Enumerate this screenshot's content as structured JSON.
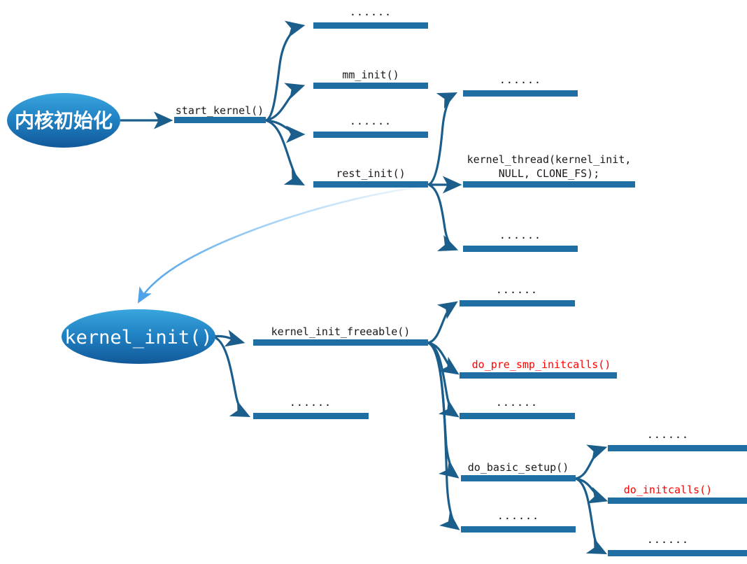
{
  "diagram": {
    "title": "Linux kernel initialization call flow",
    "colors": {
      "bar": "#1f6fa5",
      "bar_dark": "#1b5e8c",
      "edge": "#1b5e8c",
      "edge_light_start": "#eef6fd",
      "edge_light_end": "#3f9ae8",
      "ellipse_top": "#2e9bd6",
      "ellipse_bottom": "#14639f",
      "label": "#1a1a1a",
      "label_highlight": "#ff0000",
      "background": "#ffffff"
    },
    "ellipsis_glyph": "······",
    "nodes": [
      {
        "id": "kernel-init-cn",
        "label": "内核初始化",
        "kind": "ellipse",
        "highlight": false
      },
      {
        "id": "start-kernel",
        "label": "start_kernel()",
        "kind": "bar",
        "highlight": false
      },
      {
        "id": "sk-child-1",
        "label": "······",
        "kind": "bar",
        "highlight": false
      },
      {
        "id": "mm-init",
        "label": "mm_init()",
        "kind": "bar",
        "highlight": false
      },
      {
        "id": "sk-child-3",
        "label": "······",
        "kind": "bar",
        "highlight": false
      },
      {
        "id": "rest-init",
        "label": "rest_init()",
        "kind": "bar",
        "highlight": false
      },
      {
        "id": "ri-child-1",
        "label": "······",
        "kind": "bar",
        "highlight": false
      },
      {
        "id": "kernel-thread",
        "label": "kernel_thread(kernel_init,",
        "label2": "NULL, CLONE_FS);",
        "kind": "bar",
        "highlight": false
      },
      {
        "id": "ri-child-3",
        "label": "······",
        "kind": "bar",
        "highlight": false
      },
      {
        "id": "kernel-init-fn",
        "label": "kernel_init()",
        "kind": "ellipse",
        "highlight": false
      },
      {
        "id": "kernel-init-freeable",
        "label": "kernel_init_freeable()",
        "kind": "bar",
        "highlight": false
      },
      {
        "id": "ki-child-2",
        "label": "······",
        "kind": "bar",
        "highlight": false
      },
      {
        "id": "kif-child-1",
        "label": "······",
        "kind": "bar",
        "highlight": false
      },
      {
        "id": "do-pre-smp-initcalls",
        "label": "do_pre_smp_initcalls()",
        "kind": "bar",
        "highlight": true
      },
      {
        "id": "kif-child-3",
        "label": "······",
        "kind": "bar",
        "highlight": false
      },
      {
        "id": "do-basic-setup",
        "label": "do_basic_setup()",
        "kind": "bar",
        "highlight": false
      },
      {
        "id": "kif-child-5",
        "label": "······",
        "kind": "bar",
        "highlight": false
      },
      {
        "id": "dbs-child-1",
        "label": "······",
        "kind": "bar",
        "highlight": false
      },
      {
        "id": "do-initcalls",
        "label": "do_initcalls()",
        "kind": "bar",
        "highlight": true
      },
      {
        "id": "dbs-child-3",
        "label": "······",
        "kind": "bar",
        "highlight": false
      }
    ]
  }
}
